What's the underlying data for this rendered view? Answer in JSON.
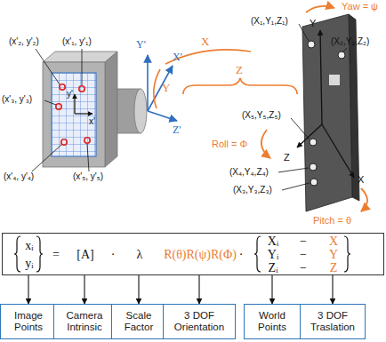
{
  "diagram": {
    "nodes": [
      {
        "text": [
          "xᵢ",
          "yᵢ",
          "=",
          "[A]",
          "·",
          "λ",
          "·",
          "R(θ)R(ψ)R(Φ)",
          "·",
          "Xᵢ",
          "−",
          "X",
          "Yᵢ",
          "−",
          "Y",
          "Zᵢ",
          "−",
          "Z"
        ]
      },
      {
        "text": [
          "Image Points"
        ]
      },
      {
        "text": [
          "Camera Intrinsic"
        ]
      },
      {
        "text": [
          "Scale Factor"
        ]
      },
      {
        "text": [
          "3 DOF Orientation"
        ]
      },
      {
        "text": [
          "World Points"
        ]
      },
      {
        "text": [
          "3 DOF Traslation"
        ]
      }
    ],
    "edges": [
      {
        "from": 0,
        "to": 1,
        "arrow": "to"
      },
      {
        "from": 0,
        "to": 2,
        "arrow": "to"
      },
      {
        "from": 0,
        "to": 3,
        "arrow": "to"
      },
      {
        "from": 0,
        "to": 4,
        "arrow": "to"
      },
      {
        "from": 0,
        "to": 5,
        "arrow": "to"
      },
      {
        "from": 0,
        "to": 6,
        "arrow": "to"
      }
    ],
    "labels": [
      "(x'₂, y'₂)",
      "(x'₁, y'₁)",
      "(x'₃, y'₃)",
      "(x'₄, y'₄)",
      "(x'₅, y'₅)",
      "y'",
      "x'",
      "Y'",
      "X'",
      "Z'",
      "Y",
      "X",
      "Z",
      "(X₁,Y₁,Z₁)",
      "(X₂,Y₂,Z₂)",
      "(X₅,Y₅,Z₅)",
      "(X₄,Y₄,Z₄)",
      "(X₃,Y₃,Z₃)",
      "Yaw = ψ",
      "Roll = Φ",
      "Pitch = θ",
      "Y",
      "X",
      "Z"
    ]
  }
}
